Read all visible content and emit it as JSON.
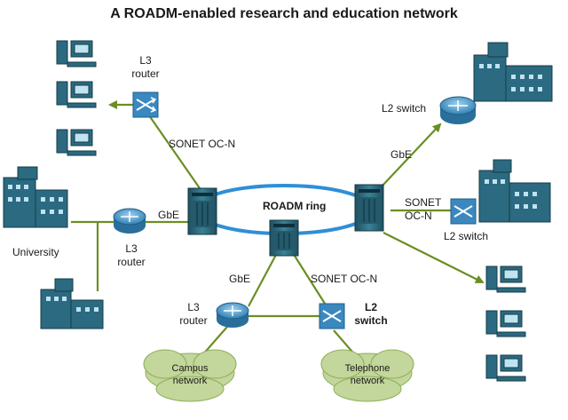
{
  "title": "A ROADM-enabled research and education network",
  "ring": {
    "label": "ROADM ring"
  },
  "labels": {
    "l3_router_top_1": "L3",
    "l3_router_top_2": "router",
    "sonet_top": "SONET OC-N",
    "l2_switch_top": "L2 switch",
    "gbe_right": "GbE",
    "sonet_right_1": "SONET",
    "sonet_right_2": "OC-N",
    "l2_switch_right": "L2 switch",
    "university": "University",
    "gbe_left": "GbE",
    "l3_router_left_1": "L3",
    "l3_router_left_2": "router",
    "gbe_bottom": "GbE",
    "sonet_bottom": "SONET OC-N",
    "l3_router_bottom_1": "L3",
    "l3_router_bottom_2": "router",
    "l2_switch_bottom_1": "L2",
    "l2_switch_bottom_2": "switch"
  },
  "clouds": {
    "campus_1": "Campus",
    "campus_2": "network",
    "telephone_1": "Telephone",
    "telephone_2": "network"
  },
  "colors": {
    "link_green": "#6b8e23",
    "ring_blue": "#2f8fd6",
    "device_teal": "#2b6a80",
    "router_blue": "#3a88bf",
    "cloud_green": "#c3d69b"
  }
}
